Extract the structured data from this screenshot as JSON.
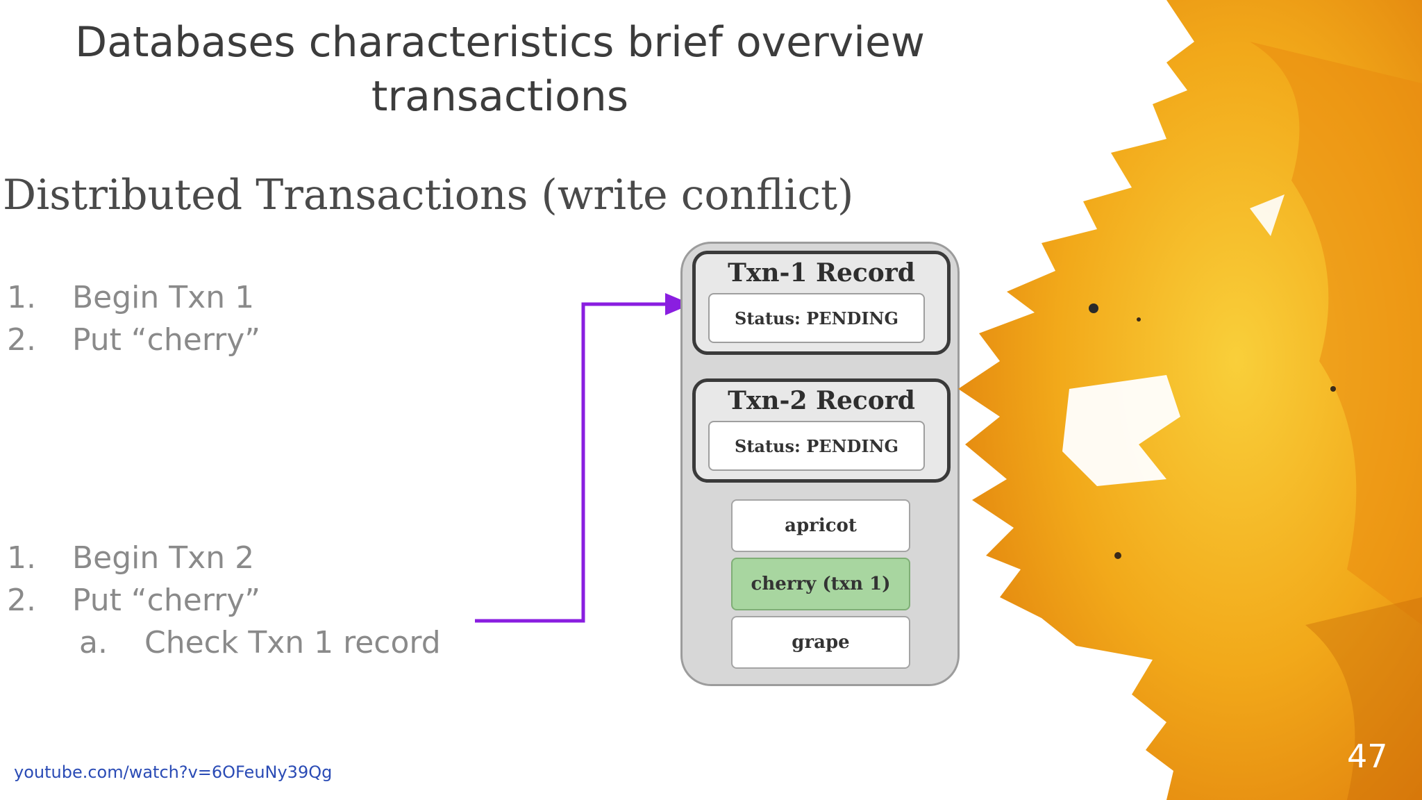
{
  "slide": {
    "title_line1": "Databases characteristics brief overview",
    "title_line2": "transactions",
    "page_number": "47",
    "source_link": "youtube.com/watch?v=6OFeuNy39Qg"
  },
  "embedded": {
    "heading": "Distributed Transactions (write conflict)",
    "txn1_steps": [
      {
        "num": "1.",
        "text": "Begin Txn 1"
      },
      {
        "num": "2.",
        "text": "Put “cherry”"
      }
    ],
    "txn2_steps": [
      {
        "num": "1.",
        "text": "Begin Txn 2"
      },
      {
        "num": "2.",
        "text": "Put “cherry”"
      }
    ],
    "txn2_substep": {
      "num": "a.",
      "text": "Check Txn 1 record"
    },
    "records": [
      {
        "title": "Txn-1 Record",
        "status": "Status: PENDING"
      },
      {
        "title": "Txn-2 Record",
        "status": "Status: PENDING"
      }
    ],
    "keys": [
      "apricot",
      "cherry (txn 1)",
      "grape"
    ],
    "highlight_key": "cherry (txn 1)",
    "arrow_color": "#8a1ee0",
    "highlight_color": "#a8d6a0"
  }
}
